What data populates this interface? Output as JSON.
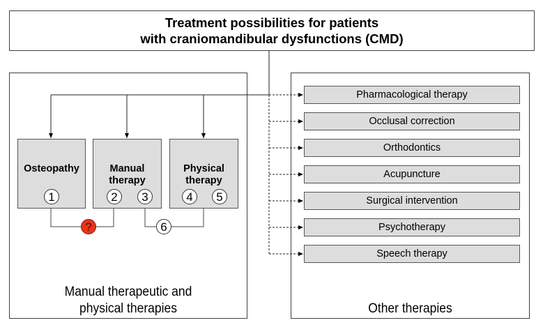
{
  "title": {
    "line1": "Treatment possibilities for patients",
    "line2": "with craniomandibular dysfunctions (CMD)"
  },
  "left_panel": {
    "label_line1": "Manual therapeutic and",
    "label_line2": "physical therapies",
    "therapies": [
      {
        "line1": "Osteopathy",
        "line2": "",
        "numbers": [
          "1"
        ]
      },
      {
        "line1": "Manual",
        "line2": "therapy",
        "numbers": [
          "2",
          "3"
        ]
      },
      {
        "line1": "Physical",
        "line2": "therapy",
        "numbers": [
          "4",
          "5"
        ]
      }
    ],
    "connectors": [
      {
        "label": "?",
        "links": [
          "1",
          "2"
        ],
        "color": "#e8341c"
      },
      {
        "label": "6",
        "links": [
          "3",
          "4/5"
        ],
        "color": "#ffffff"
      }
    ]
  },
  "right_panel": {
    "label": "Other therapies",
    "therapies": [
      "Pharmacological therapy",
      "Occlusal correction",
      "Orthodontics",
      "Acupuncture",
      "Surgical intervention",
      "Psychotherapy",
      "Speech therapy"
    ]
  }
}
